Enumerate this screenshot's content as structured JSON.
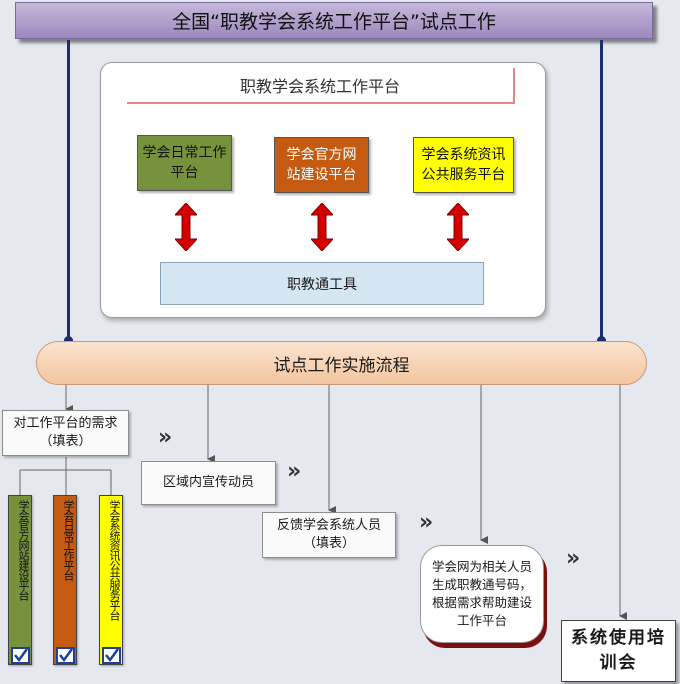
{
  "header": {
    "title": "全国“职教学会系统工作平台”试点工作"
  },
  "platform": {
    "title": "职教学会系统工作平台",
    "modules": [
      {
        "label": "学会日常工作平台",
        "color": "#76923c"
      },
      {
        "label": "学会官方网站建设平台",
        "color": "#c55a11"
      },
      {
        "label": "学会系统资讯公共服务平台",
        "color": "#ffff00"
      }
    ],
    "tool": "职教通工具"
  },
  "flow": {
    "title": "试点工作实施流程",
    "steps": [
      {
        "label": "对工作平台的需求（填表）"
      },
      {
        "label": "区域内宣传动员"
      },
      {
        "label": "反馈学会系统人员（填表）"
      },
      {
        "label": "学会网为相关人员生成职教通号码，根据需求帮助建设工作平台"
      },
      {
        "label": "系统使用培训会"
      }
    ],
    "chevron": "»",
    "sub_items": [
      {
        "label": "学会官方网站建设平台",
        "color": "#76923c"
      },
      {
        "label": "学会日常工作平台",
        "color": "#c55a11"
      },
      {
        "label": "学会系统资讯公共服务平台",
        "color": "#ffff00"
      }
    ]
  },
  "colors": {
    "connector": "#1d2f6b",
    "arrow": "#d40000"
  }
}
